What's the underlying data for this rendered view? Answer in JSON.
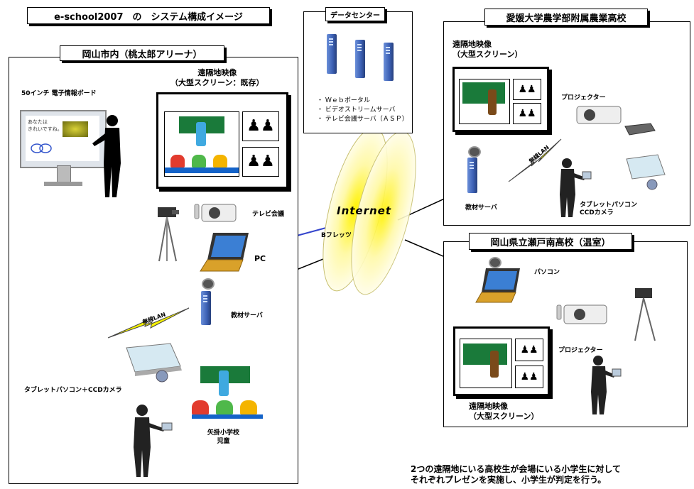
{
  "title": "e-school2007　の　システム構成イメージ",
  "internet_label": "Internet",
  "datacenter": {
    "title": "データセンター",
    "services": [
      "・ Ｗｅｂポータル",
      "・ ビデオストリームサーバ",
      "・ テレビ会議サーバ（ＡＳＰ）"
    ]
  },
  "okayama": {
    "title": "岡山市内（桃太郎アリーナ）",
    "board_label": "50インチ 電子情報ボード",
    "board_text": "あなたは\nきれいですね。",
    "screen_label": "遠隔地映像\n（大型スクリーン：既存）",
    "teleconf_label": "テレビ会議",
    "pc_label": "PC",
    "server_label": "教材サーバ",
    "wireless_label": "無線LAN",
    "tablet_label": "タブレットパソコン＋CCDカメラ",
    "school_label": "矢掛小学校\n児童"
  },
  "bflets_label": "Bフレッツ",
  "ehime": {
    "title": "愛媛大学農学部附属農業高校",
    "screen_label": "遠隔地映像\n（大型スクリーン）",
    "projector_label": "プロジェクター",
    "server_label": "教材サーバ",
    "wireless_label": "無線LAN",
    "tablet_label": "タブレットパソコン\nCCDカメラ"
  },
  "setonan": {
    "title": "岡山県立瀬戸南高校（温室）",
    "pc_label": "パソコン",
    "projector_label": "プロジェクター",
    "screen_label": "遠隔地映像\n（大型スクリーン）"
  },
  "note": "2つの遠隔地にいる高校生が会場にいる小学生に対して\nそれぞれプレゼンを実施し、小学生が判定を行う。"
}
